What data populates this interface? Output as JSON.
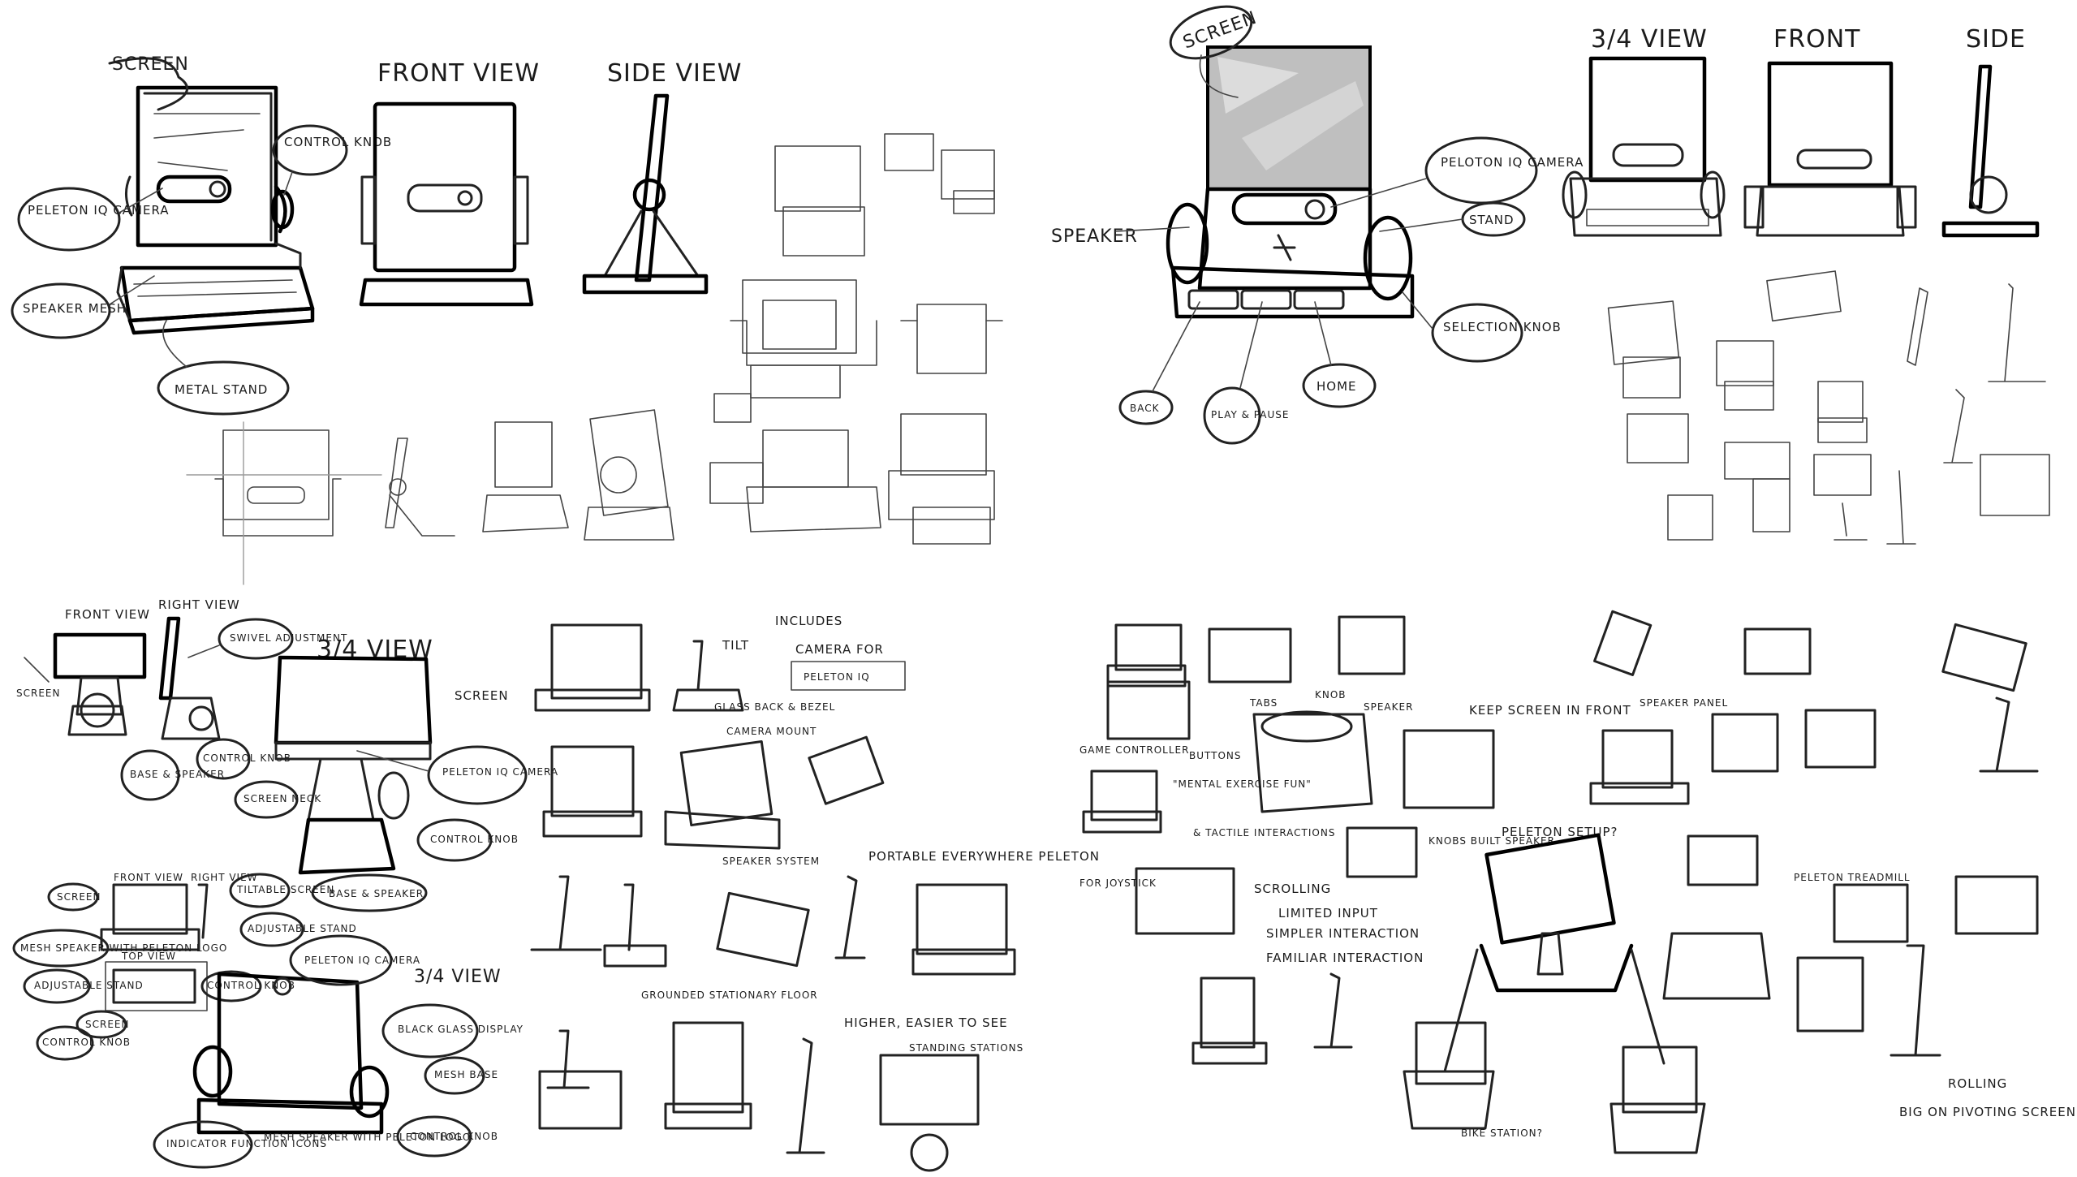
{
  "q1": {
    "callouts": {
      "screen": "SCREEN",
      "control_knob": "CONTROL KNOB",
      "peloton_camera": "PELETON IQ CAMERA",
      "speaker_mesh": "SPEAKER MESH",
      "metal_stand": "METAL STAND"
    },
    "view_titles": {
      "front": "FRONT VIEW",
      "side": "SIDE VIEW"
    }
  },
  "q2": {
    "callouts": {
      "screen": "SCREEN",
      "peloton_camera": "PELOTON IQ CAMERA",
      "stand": "STAND",
      "speaker": "SPEAKER",
      "selection_knob": "SELECTION KNOB",
      "back": "BACK",
      "play_pause": "PLAY & PAUSE",
      "home": "HOME"
    },
    "view_titles": {
      "three_quarter": "3/4 VIEW",
      "front": "FRONT",
      "side": "SIDE"
    }
  },
  "q3": {
    "labels": {
      "front_view": "FRONT VIEW",
      "right_view": "RIGHT VIEW",
      "screen_left": "SCREEN",
      "swivel_adjustment": "SWIVEL ADJUSTMENT",
      "base_speaker": "BASE & SPEAKER",
      "control_knob": "CONTROL KNOB",
      "three_quarter_view": "3/4 VIEW",
      "screen_right": "SCREEN",
      "screen_neck": "SCREEN NECK",
      "peloton_camera": "PELETON IQ CAMERA",
      "control_knob_2": "CONTROL KNOB",
      "base_speaker_2": "BASE & SPEAKER",
      "front_view_2": "FRONT VIEW",
      "right_view_2": "RIGHT VIEW",
      "screen_2": "SCREEN",
      "tiltable_screen": "TILTABLE SCREEN",
      "adjustable_stand": "ADJUSTABLE STAND",
      "mesh_speaker": "MESH SPEAKER WITH PELETON LOGO",
      "top_view": "TOP VIEW",
      "adjustable_stand_2": "ADJUSTABLE STAND",
      "control_knob_3": "CONTROL KNOB",
      "screen_3": "SCREEN",
      "control_knob_4": "CONTROL KNOB",
      "peloton_camera_2": "PELETON IQ CAMERA",
      "three_quarter_view_2": "3/4 VIEW",
      "black_glass_display": "BLACK GLASS DISPLAY",
      "mesh_base": "MESH BASE",
      "indicator_function_icons": "INDICATOR FUNCTION ICONS",
      "mesh_speaker_2": "MESH SPEAKER WITH PELETON LOGO",
      "control_knob_5": "CONTROL KNOB",
      "includes": "INCLUDES",
      "camera_for": "CAMERA FOR",
      "peloton_iq": "PELETON IQ",
      "tilt": "TILT",
      "glass_back": "GLASS BACK & BEZEL",
      "camera_mount": "CAMERA MOUNT",
      "speaker_system": "SPEAKER SYSTEM",
      "portable_everywhere": "PORTABLE EVERYWHERE PELETON",
      "grounded": "GROUNDED STATIONARY FLOOR",
      "higher_easier": "HIGHER, EASIER TO SEE",
      "standing_stations": "STANDING STATIONS"
    }
  },
  "q4": {
    "labels": {
      "tabs": "TABS",
      "knob": "KNOB",
      "speaker": "SPEAKER",
      "keep_screen": "KEEP SCREEN IN FRONT",
      "speaker_panel": "SPEAKER PANEL",
      "game_controller": "GAME CONTROLLER",
      "buttons": "BUTTONS",
      "mental_exercise": "\"MENTAL EXERCISE FUN\"",
      "tactile_interactions": "& TACTILE INTERACTIONS",
      "knobs_speaker": "KNOBS BUILT SPEAKER",
      "peloton_setup": "PELETON SETUP?",
      "for_joystick": "FOR JOYSTICK",
      "scrolling": "SCROLLING",
      "limited_input": "LIMITED INPUT",
      "simpler_interaction": "SIMPLER INTERACTION",
      "familiar_interaction": "FAMILIAR INTERACTION",
      "peloton_treadmill": "PELETON TREADMILL",
      "bike_station": "BIKE STATION?",
      "rolling": "ROLLING",
      "big_on_pivoting": "BIG ON PIVOTING SCREENS"
    }
  }
}
